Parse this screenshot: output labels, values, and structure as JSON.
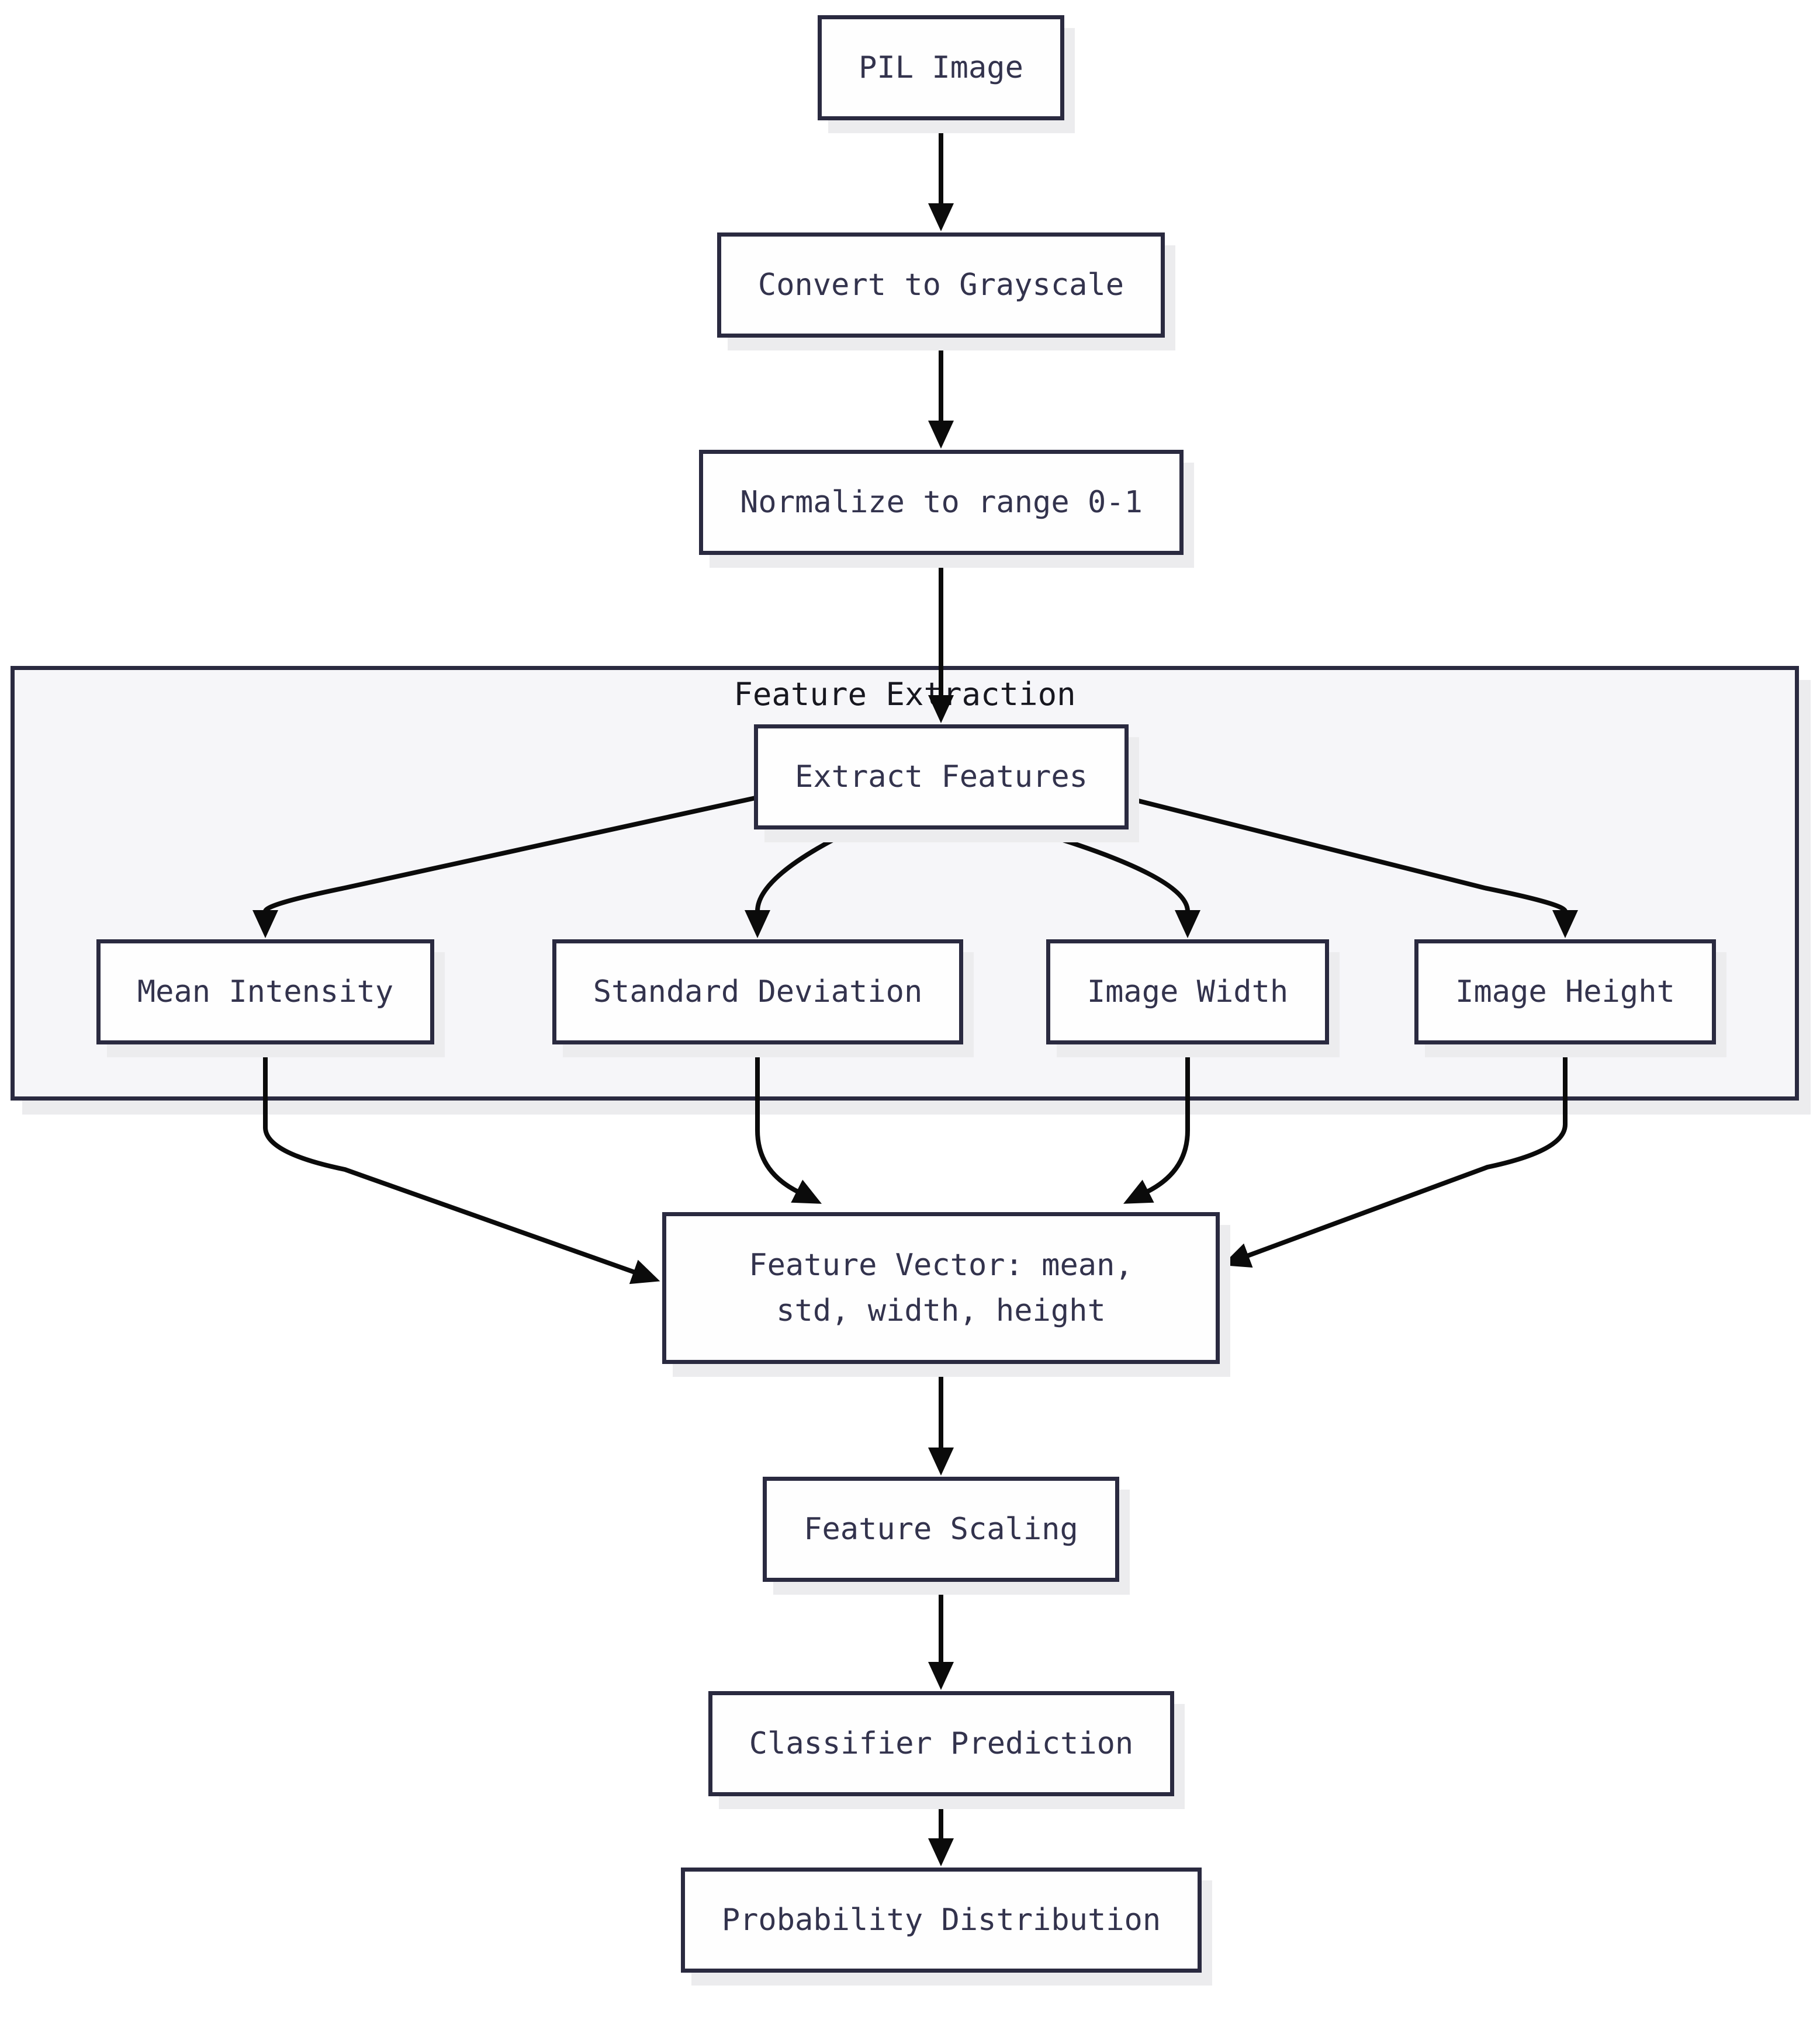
{
  "diagram": {
    "type": "flowchart",
    "direction": "top-down",
    "subgraph": {
      "label": "Feature Extraction"
    },
    "colors": {
      "node_border": "#2a2a40",
      "node_fill": "#fefefe",
      "node_text": "#33334d",
      "subgraph_fill": "#f6f6f9",
      "subgraph_label_text": "#17171f",
      "edge": "#0b0b0b",
      "shadow": "#ececee",
      "page_background": "#ffffff"
    },
    "nodes": {
      "pil": {
        "label": "PIL Image"
      },
      "grayscale": {
        "label": "Convert to Grayscale"
      },
      "normalize": {
        "label": "Normalize to range 0-1"
      },
      "extract": {
        "label": "Extract Features"
      },
      "mean": {
        "label": "Mean Intensity"
      },
      "std": {
        "label": "Standard Deviation"
      },
      "width": {
        "label": "Image Width"
      },
      "height": {
        "label": "Image Height"
      },
      "vector": {
        "label": "Feature Vector: mean, std, width, height"
      },
      "scaling": {
        "label": "Feature Scaling"
      },
      "classifier": {
        "label": "Classifier Prediction"
      },
      "probability": {
        "label": "Probability Distribution"
      }
    },
    "edges": [
      {
        "from": "pil",
        "to": "grayscale"
      },
      {
        "from": "grayscale",
        "to": "normalize"
      },
      {
        "from": "normalize",
        "to": "extract"
      },
      {
        "from": "extract",
        "to": "mean"
      },
      {
        "from": "extract",
        "to": "std"
      },
      {
        "from": "extract",
        "to": "width"
      },
      {
        "from": "extract",
        "to": "height"
      },
      {
        "from": "mean",
        "to": "vector"
      },
      {
        "from": "std",
        "to": "vector"
      },
      {
        "from": "width",
        "to": "vector"
      },
      {
        "from": "height",
        "to": "vector"
      },
      {
        "from": "vector",
        "to": "scaling"
      },
      {
        "from": "scaling",
        "to": "classifier"
      },
      {
        "from": "classifier",
        "to": "probability"
      }
    ]
  }
}
